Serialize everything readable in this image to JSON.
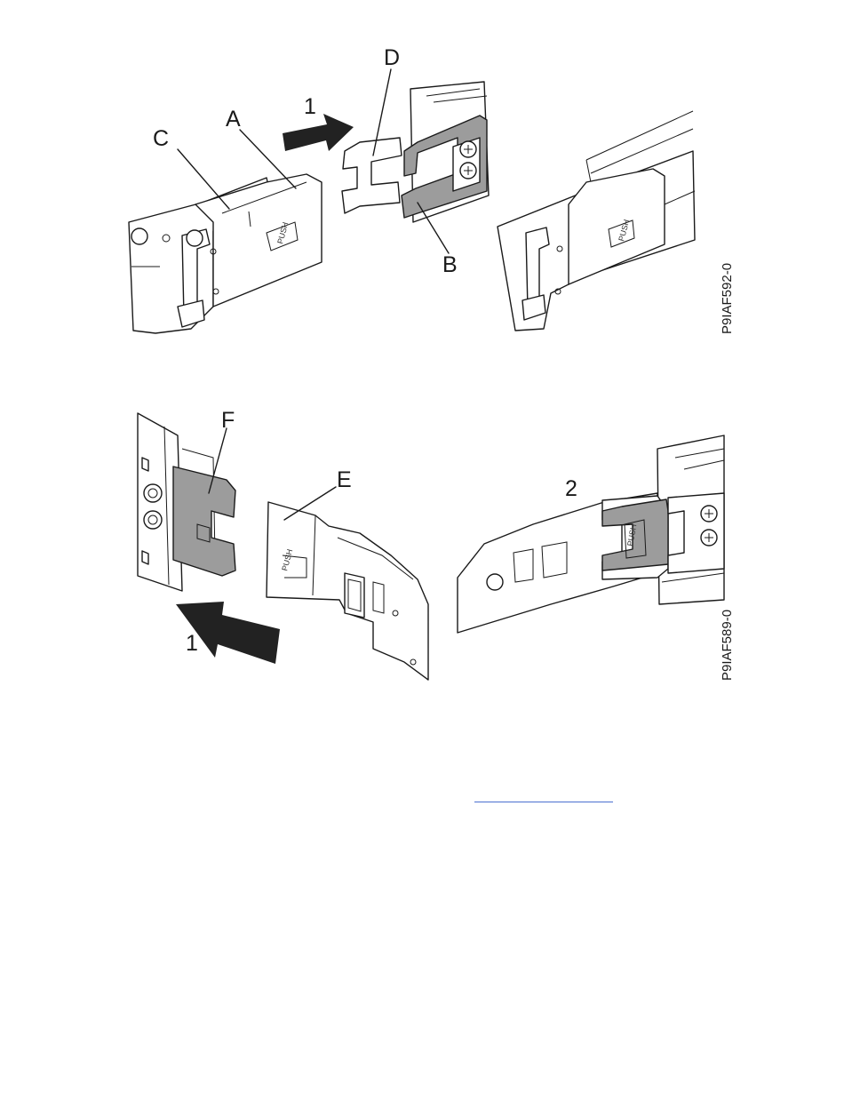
{
  "figure_top": {
    "id_label": "P9IAF592-0",
    "callouts": {
      "a": "A",
      "b": "B",
      "c": "C",
      "d": "D"
    },
    "step": "1",
    "push_text": "PUSH"
  },
  "figure_bottom": {
    "id_label": "P9IAF589-0",
    "callouts": {
      "e": "E",
      "f": "F"
    },
    "step_1": "1",
    "step_2": "2",
    "push_text": "PUSH"
  },
  "link": {
    "text": ""
  }
}
